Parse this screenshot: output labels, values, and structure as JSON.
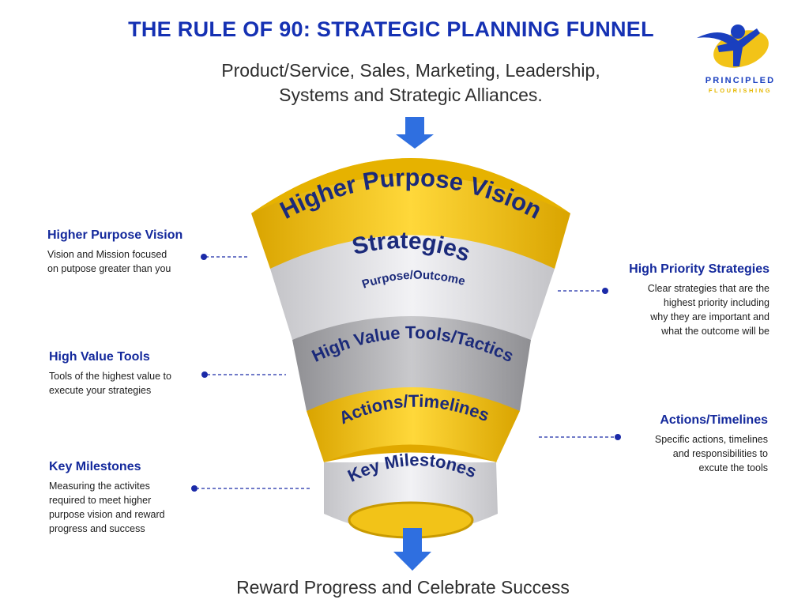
{
  "title": "THE RULE OF 90: STRATEGIC PLANNING FUNNEL",
  "subtitle_line1": "Product/Service, Sales, Marketing, Leadership,",
  "subtitle_line2": "Systems and Strategic Alliances.",
  "bottom_caption": "Reward Progress and Celebrate Success",
  "logo": {
    "line1": "PRINCIPLED",
    "line2": "FLOURISHING"
  },
  "funnel": [
    {
      "label": "Higher Purpose Vision",
      "color": "yellow"
    },
    {
      "label": "Strategies",
      "sublabel": "Purpose/Outcome",
      "color": "light-gray"
    },
    {
      "label": "High Value Tools/Tactics",
      "color": "gray"
    },
    {
      "label": "Actions/Timelines",
      "color": "yellow"
    },
    {
      "label": "Key Milestones",
      "color": "light-gray"
    }
  ],
  "notes": {
    "higher_purpose": {
      "title": "Higher Purpose Vision",
      "lines": [
        "Vision and Mission focused",
        "on putpose greater than you"
      ]
    },
    "high_value_tools": {
      "title": "High Value Tools",
      "lines": [
        "Tools of the highest value to",
        "execute your strategies"
      ]
    },
    "key_milestones": {
      "title": "Key Milestones",
      "lines": [
        "Measuring the activites",
        "required to meet higher",
        "purpose vision and reward",
        "progress and success"
      ]
    },
    "high_priority": {
      "title": "High Priority Strategies",
      "lines": [
        "Clear strategies that are the",
        "highest priority including",
        "why they are important and",
        "what the outcome will be"
      ]
    },
    "actions_timelines": {
      "title": "Actions/Timelines",
      "lines": [
        "Specific actions, timelines",
        "and responsibilities to",
        "excute the tools"
      ]
    }
  },
  "colors": {
    "title_blue": "#1531b3",
    "navy": "#1b2a7a",
    "yellow": "#f2c318",
    "gray": "#b3b3b6",
    "light_gray": "#e6e6ea",
    "arrow_blue": "#2f6fe0"
  }
}
